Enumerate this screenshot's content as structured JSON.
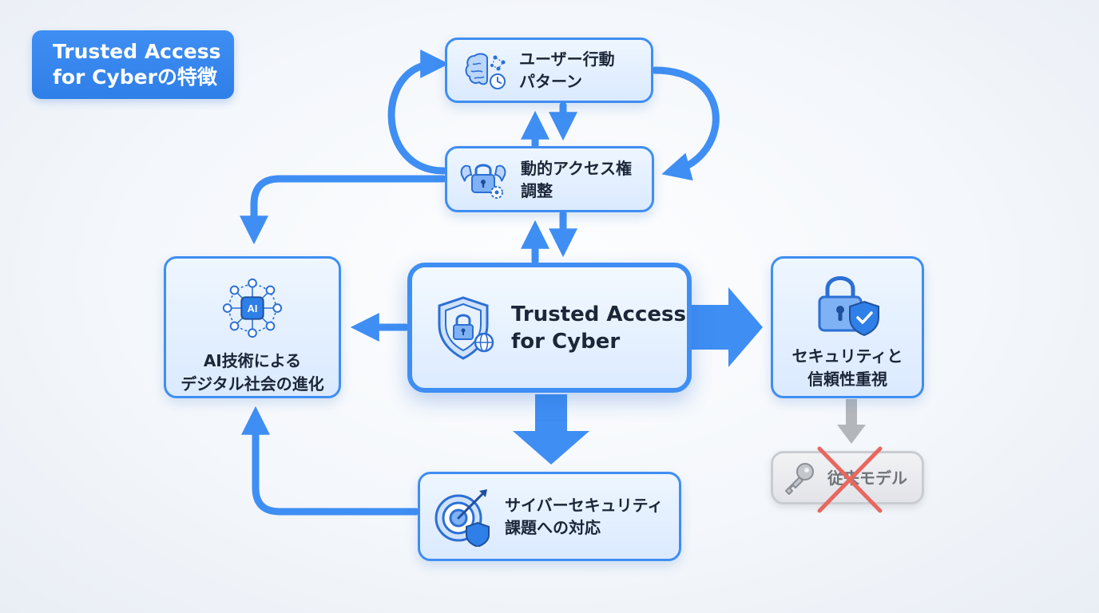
{
  "title": {
    "line1": "Trusted Access",
    "line2": "for Cyberの特徴"
  },
  "nodes": {
    "user_behavior": {
      "line1": "ユーザー行動",
      "line2": "パターン",
      "icon": "brain-clock-icon"
    },
    "dynamic_access": {
      "line1": "動的アクセス権",
      "line2": "調整",
      "icon": "strong-lock-gear-icon"
    },
    "center": {
      "line1": "Trusted Access",
      "line2": "for Cyber",
      "icon": "shield-lock-globe-icon"
    },
    "ai_society": {
      "line1": "AI技術による",
      "line2": "デジタル社会の進化",
      "icon": "ai-network-icon",
      "chip": "AI"
    },
    "security_trust": {
      "line1": "セキュリティと",
      "line2": "信頼性重視",
      "icon": "padlock-shield-icon"
    },
    "cyber_challenges": {
      "line1": "サイバーセキュリティ",
      "line2": "課題への対応",
      "icon": "target-shield-icon"
    },
    "legacy_model": {
      "label": "従来モデル",
      "icon": "key-icon",
      "status": "crossed-out"
    }
  },
  "colors": {
    "accent": "#3f8ef3",
    "node_fill": "#dbeaff",
    "text": "#1b2638",
    "deprecated_gray": "#b3b6bb",
    "cross_red": "#e8675f"
  }
}
